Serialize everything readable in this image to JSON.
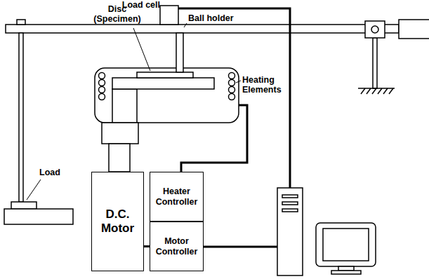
{
  "diagram": {
    "nodes": [
      {
        "text": [
          "D.C. Motor"
        ]
      },
      {
        "text": [
          "Heater Controller"
        ]
      },
      {
        "text": [
          "Motor Controller"
        ]
      }
    ],
    "edges": [
      {
        "from": 0,
        "to": 2,
        "arrow": "none"
      }
    ],
    "labels": [
      "Load cell",
      "Disc (Specimen)",
      "Ball holder",
      "Heating Elements",
      "Load"
    ]
  }
}
